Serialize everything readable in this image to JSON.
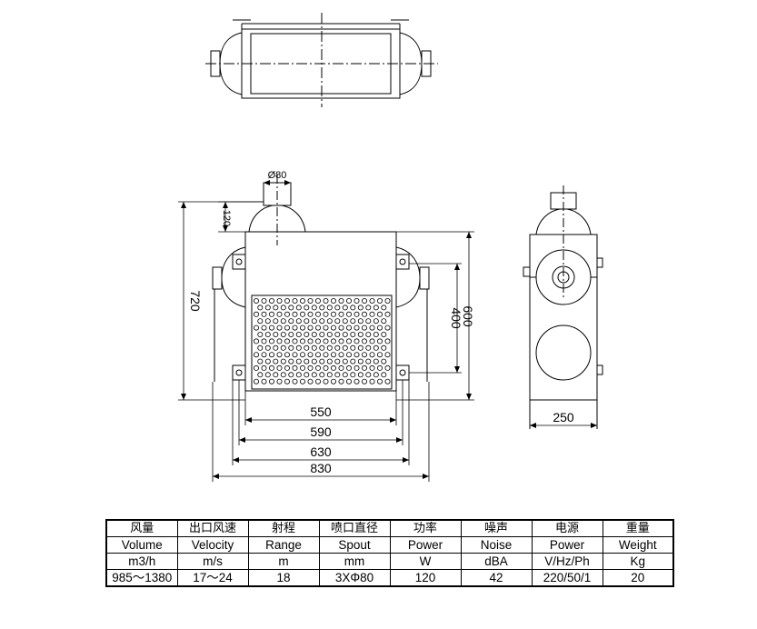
{
  "dimensions": {
    "inlet_diameter": "Ø80",
    "inlet_height": "120",
    "total_height": "720",
    "grille_height": "400",
    "body_height": "600",
    "grille_width": "550",
    "width_590": "590",
    "width_630": "630",
    "total_width": "830",
    "depth": "250"
  },
  "spec_table": {
    "columns": [
      {
        "zh": "风量",
        "en": "Volume",
        "unit": "m3/h",
        "value": "985～1380"
      },
      {
        "zh": "出口风速",
        "en": "Velocity",
        "unit": "m/s",
        "value": "17～24"
      },
      {
        "zh": "射程",
        "en": "Range",
        "unit": "m",
        "value": "18"
      },
      {
        "zh": "喷口直径",
        "en": "Spout",
        "unit": "mm",
        "value": "3XΦ80"
      },
      {
        "zh": "功率",
        "en": "Power",
        "unit": "W",
        "value": "120"
      },
      {
        "zh": "噪声",
        "en": "Noise",
        "unit": "dBA",
        "value": "42"
      },
      {
        "zh": "电源",
        "en": "Power",
        "unit": "V/Hz/Ph",
        "value": "220/50/1"
      },
      {
        "zh": "重量",
        "en": "Weight",
        "unit": "Kg",
        "value": "20"
      }
    ]
  }
}
